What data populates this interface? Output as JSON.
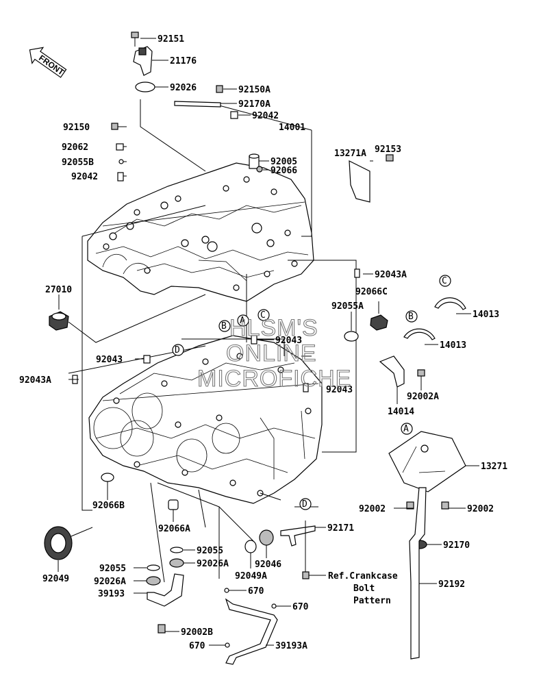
{
  "labels": [
    {
      "id": "l-92151",
      "text": "92151"
    },
    {
      "id": "l-21176",
      "text": "21176"
    },
    {
      "id": "l-92026",
      "text": "92026"
    },
    {
      "id": "l-92150A",
      "text": "92150A"
    },
    {
      "id": "l-92170A",
      "text": "92170A"
    },
    {
      "id": "l-92042a",
      "text": "92042"
    },
    {
      "id": "l-14001",
      "text": "14001"
    },
    {
      "id": "l-92150",
      "text": "92150"
    },
    {
      "id": "l-13271A",
      "text": "13271A"
    },
    {
      "id": "l-92153",
      "text": "92153"
    },
    {
      "id": "l-92062",
      "text": "92062"
    },
    {
      "id": "l-92005",
      "text": "92005"
    },
    {
      "id": "l-92055B",
      "text": "92055B"
    },
    {
      "id": "l-92066",
      "text": "92066"
    },
    {
      "id": "l-92042b",
      "text": "92042"
    },
    {
      "id": "l-92043A-top",
      "text": "92043A"
    },
    {
      "id": "l-27010",
      "text": "27010"
    },
    {
      "id": "l-92066C",
      "text": "92066C"
    },
    {
      "id": "l-92055A",
      "text": "92055A"
    },
    {
      "id": "l-14013a",
      "text": "14013"
    },
    {
      "id": "l-92043a",
      "text": "92043"
    },
    {
      "id": "l-14013b",
      "text": "14013"
    },
    {
      "id": "l-92043b",
      "text": "92043"
    },
    {
      "id": "l-92043A-left",
      "text": "92043A"
    },
    {
      "id": "l-92043c",
      "text": "92043"
    },
    {
      "id": "l-92002A",
      "text": "92002A"
    },
    {
      "id": "l-14014",
      "text": "14014"
    },
    {
      "id": "l-13271",
      "text": "13271"
    },
    {
      "id": "l-92066B",
      "text": "92066B"
    },
    {
      "id": "l-92002a",
      "text": "92002"
    },
    {
      "id": "l-92002b",
      "text": "92002"
    },
    {
      "id": "l-92066A",
      "text": "92066A"
    },
    {
      "id": "l-92171",
      "text": "92171"
    },
    {
      "id": "l-92049",
      "text": "92049"
    },
    {
      "id": "l-92055a",
      "text": "92055"
    },
    {
      "id": "l-92026A-a",
      "text": "92026A"
    },
    {
      "id": "l-92170",
      "text": "92170"
    },
    {
      "id": "l-92046",
      "text": "92046"
    },
    {
      "id": "l-92049A",
      "text": "92049A"
    },
    {
      "id": "l-92055b",
      "text": "92055"
    },
    {
      "id": "l-92026A-b",
      "text": "92026A"
    },
    {
      "id": "l-ref1",
      "text": "Ref.Crankcase"
    },
    {
      "id": "l-ref2",
      "text": "Bolt"
    },
    {
      "id": "l-ref3",
      "text": "Pattern"
    },
    {
      "id": "l-92192",
      "text": "92192"
    },
    {
      "id": "l-670a",
      "text": "670"
    },
    {
      "id": "l-39193",
      "text": "39193"
    },
    {
      "id": "l-670b",
      "text": "670"
    },
    {
      "id": "l-92002B",
      "text": "92002B"
    },
    {
      "id": "l-670c",
      "text": "670"
    },
    {
      "id": "l-39193A",
      "text": "39193A"
    }
  ],
  "callouts": [
    {
      "id": "c-C-top",
      "text": "C"
    },
    {
      "id": "c-B-right",
      "text": "B"
    },
    {
      "id": "c-B-case",
      "text": "B"
    },
    {
      "id": "c-A-case",
      "text": "A"
    },
    {
      "id": "c-C-case",
      "text": "C"
    },
    {
      "id": "c-D-case",
      "text": "D"
    },
    {
      "id": "c-A-plate",
      "text": "A"
    },
    {
      "id": "c-D-bracket",
      "text": "D"
    }
  ],
  "front_label": "FRONT",
  "watermark": [
    "HLSM'S",
    "ONLINE",
    "MICROFICHE"
  ]
}
